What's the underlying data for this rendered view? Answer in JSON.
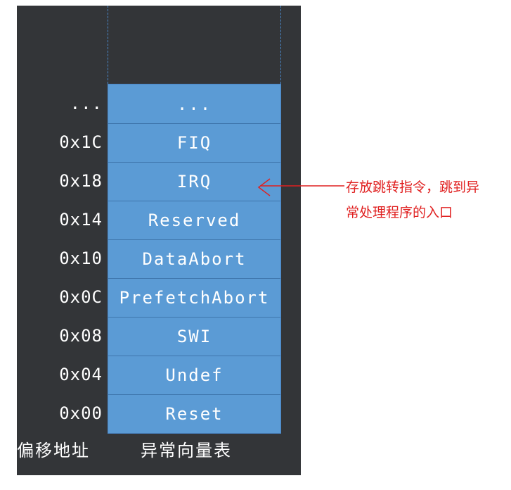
{
  "vector_table": {
    "rows": [
      {
        "offset": "...",
        "name": "..."
      },
      {
        "offset": "0x1C",
        "name": "FIQ"
      },
      {
        "offset": "0x18",
        "name": "IRQ"
      },
      {
        "offset": "0x14",
        "name": "Reserved"
      },
      {
        "offset": "0x10",
        "name": "DataAbort"
      },
      {
        "offset": "0x0C",
        "name": "PrefetchAbort"
      },
      {
        "offset": "0x08",
        "name": "SWI"
      },
      {
        "offset": "0x04",
        "name": "Undef"
      },
      {
        "offset": "0x00",
        "name": "Reset"
      }
    ],
    "offset_column_label": "偏移地址",
    "table_column_label": "异常向量表"
  },
  "annotation": {
    "line1": "存放跳转指令，跳到异",
    "line2": "常处理程序的入口"
  },
  "colors": {
    "panel_bg": "#333538",
    "cell_fill": "#5b9bd5",
    "annotation": "#e02020"
  }
}
